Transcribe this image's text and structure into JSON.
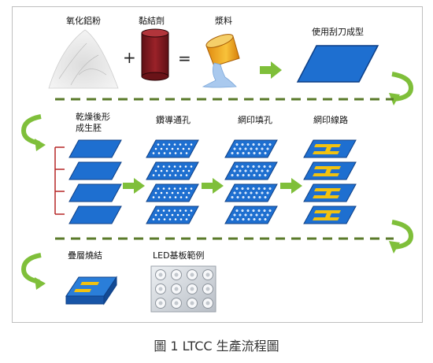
{
  "labels": {
    "powder": "氧化鋁粉",
    "binder": "黏結劑",
    "slurry": "漿料",
    "tape_casting": "使用刮刀成型",
    "dried_green": "乾燥後形\n成生胚",
    "drilling": "鑽導通孔",
    "via_fill": "網印填孔",
    "printing": "網印線路",
    "lamination": "疊層燒結",
    "led_sample": "LED基板範例"
  },
  "operators": {
    "plus": "+",
    "equals": "="
  },
  "caption": "圖 1 LTCC 生產流程圖",
  "colors": {
    "blue_sheet": "#1e6fd0",
    "sheet_edge": "#0d3f86",
    "arrow_green": "#7fbf3a",
    "dash_green": "#5a7a2a",
    "cylinder_red": "#8a1c22",
    "gold": "#f2c20f",
    "bracket_red": "#b52525"
  }
}
